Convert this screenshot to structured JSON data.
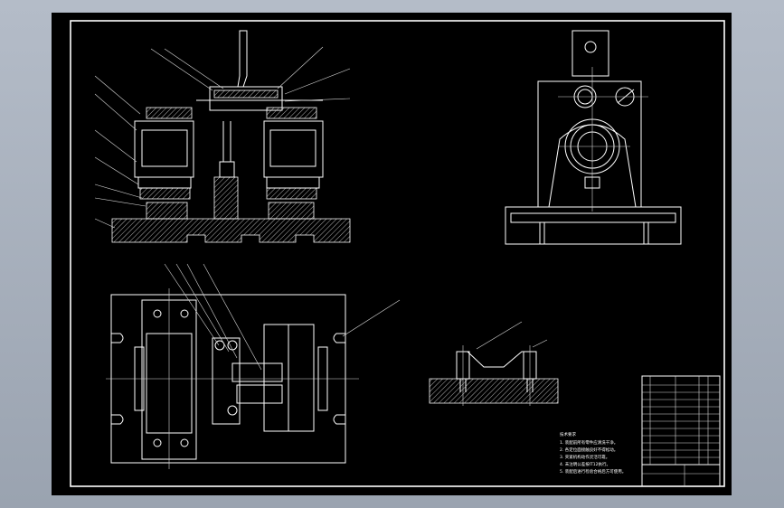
{
  "drawing": {
    "notes_title": "技术要求",
    "notes": [
      "1. 装配前所有零件应清洗干净。",
      "2. 各定位面接触良好不得松动。",
      "3. 夹紧机构动作灵活可靠。",
      "4. 未注明公差按IT12执行。",
      "5. 装配后进行检验合格后方可使用。"
    ],
    "colors": {
      "background": "#000000",
      "lines": "#ffffff",
      "accent": "#ff3030"
    }
  }
}
